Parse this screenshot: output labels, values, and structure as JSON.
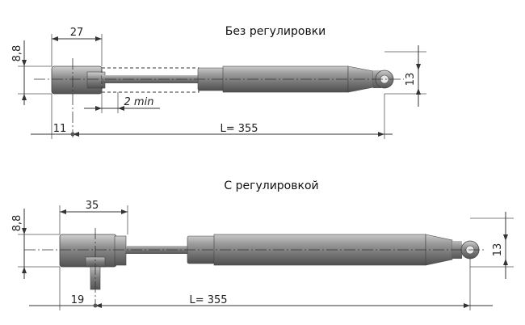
{
  "top_variant": {
    "title": "Без регулировки",
    "dim_width": "27",
    "dim_height": "8,8",
    "dim_right": "13",
    "dim_min": "2 min",
    "dim_offset": "11",
    "dim_length": "L= 355"
  },
  "bottom_variant": {
    "title": "С регулировкой",
    "dim_width": "35",
    "dim_height": "8,8",
    "dim_right": "13",
    "dim_offset": "19",
    "dim_length": "L= 355"
  }
}
